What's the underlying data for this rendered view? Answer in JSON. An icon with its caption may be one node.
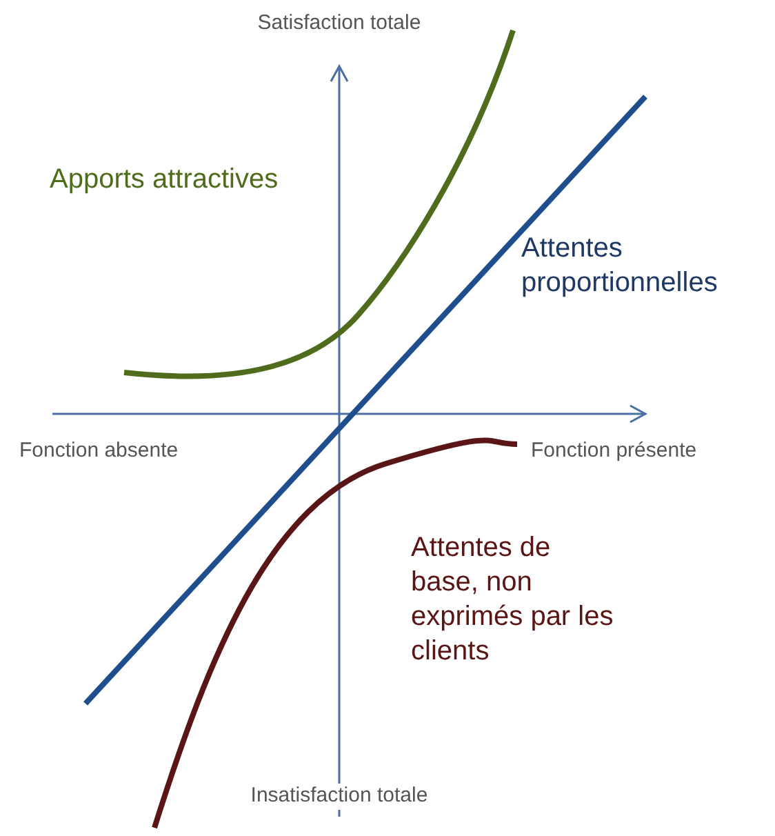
{
  "diagram": {
    "labels": [
      "Satisfaction totale",
      "Apports attractives",
      "Attentes proportionnelles",
      "Fonction absente",
      "Fonction présente",
      "Attentes de base, non exprimés par les clients",
      "Insatisfaction totale"
    ]
  }
}
